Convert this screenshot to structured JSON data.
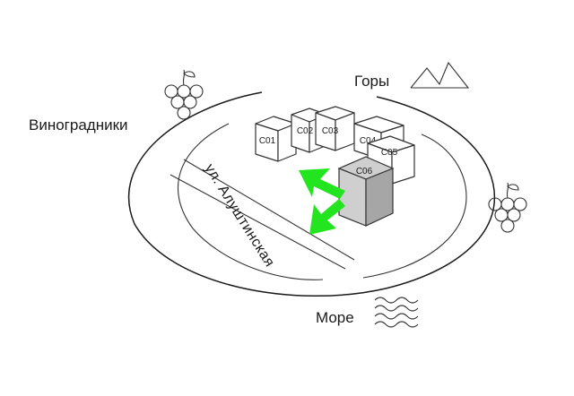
{
  "labels": {
    "vineyards": "Виноградники",
    "mountains": "Горы",
    "sea": "Море",
    "street": "ул. Алуштинская"
  },
  "buildings": {
    "c01": "C01",
    "c02": "C02",
    "c03": "C03",
    "c04": "C04",
    "c05": "C05",
    "c06": "C06"
  },
  "icons": {
    "grapes": "grapes-icon",
    "mountains": "mountains-icon",
    "waves": "waves-icon"
  },
  "colors": {
    "arrow": "#22e51f",
    "highlight_building": "#b9b9b9",
    "ink": "#1a1a1a"
  }
}
